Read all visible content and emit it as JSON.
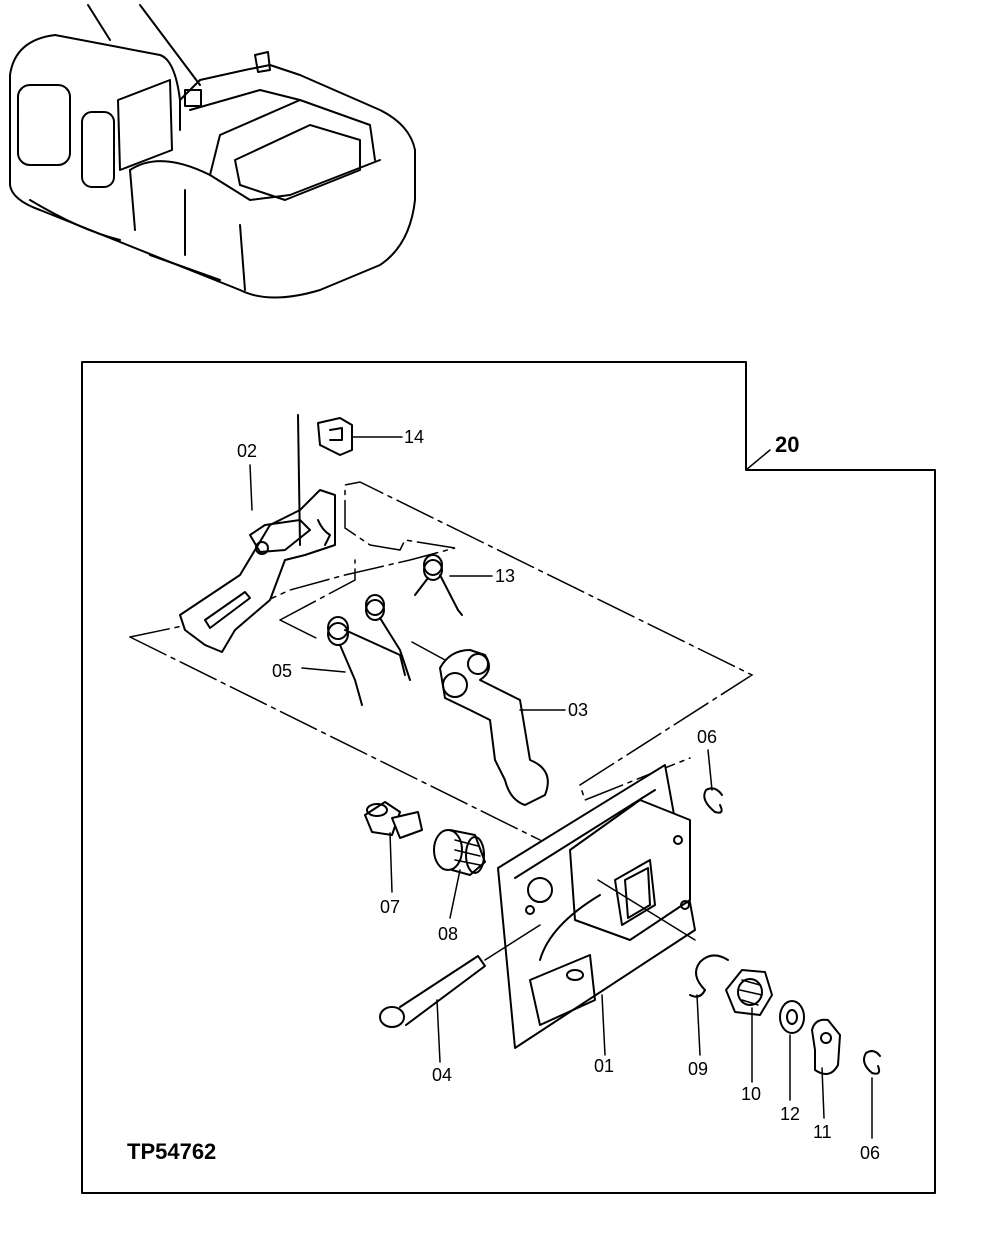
{
  "drawing_id": "TP54762",
  "assembly_ref": "20",
  "parts": {
    "p01": "01",
    "p02": "02",
    "p03": "03",
    "p04": "04",
    "p05": "05",
    "p06a": "06",
    "p06b": "06",
    "p07": "07",
    "p08": "08",
    "p09": "09",
    "p10": "10",
    "p11": "11",
    "p12": "12",
    "p13": "13",
    "p14": "14"
  }
}
